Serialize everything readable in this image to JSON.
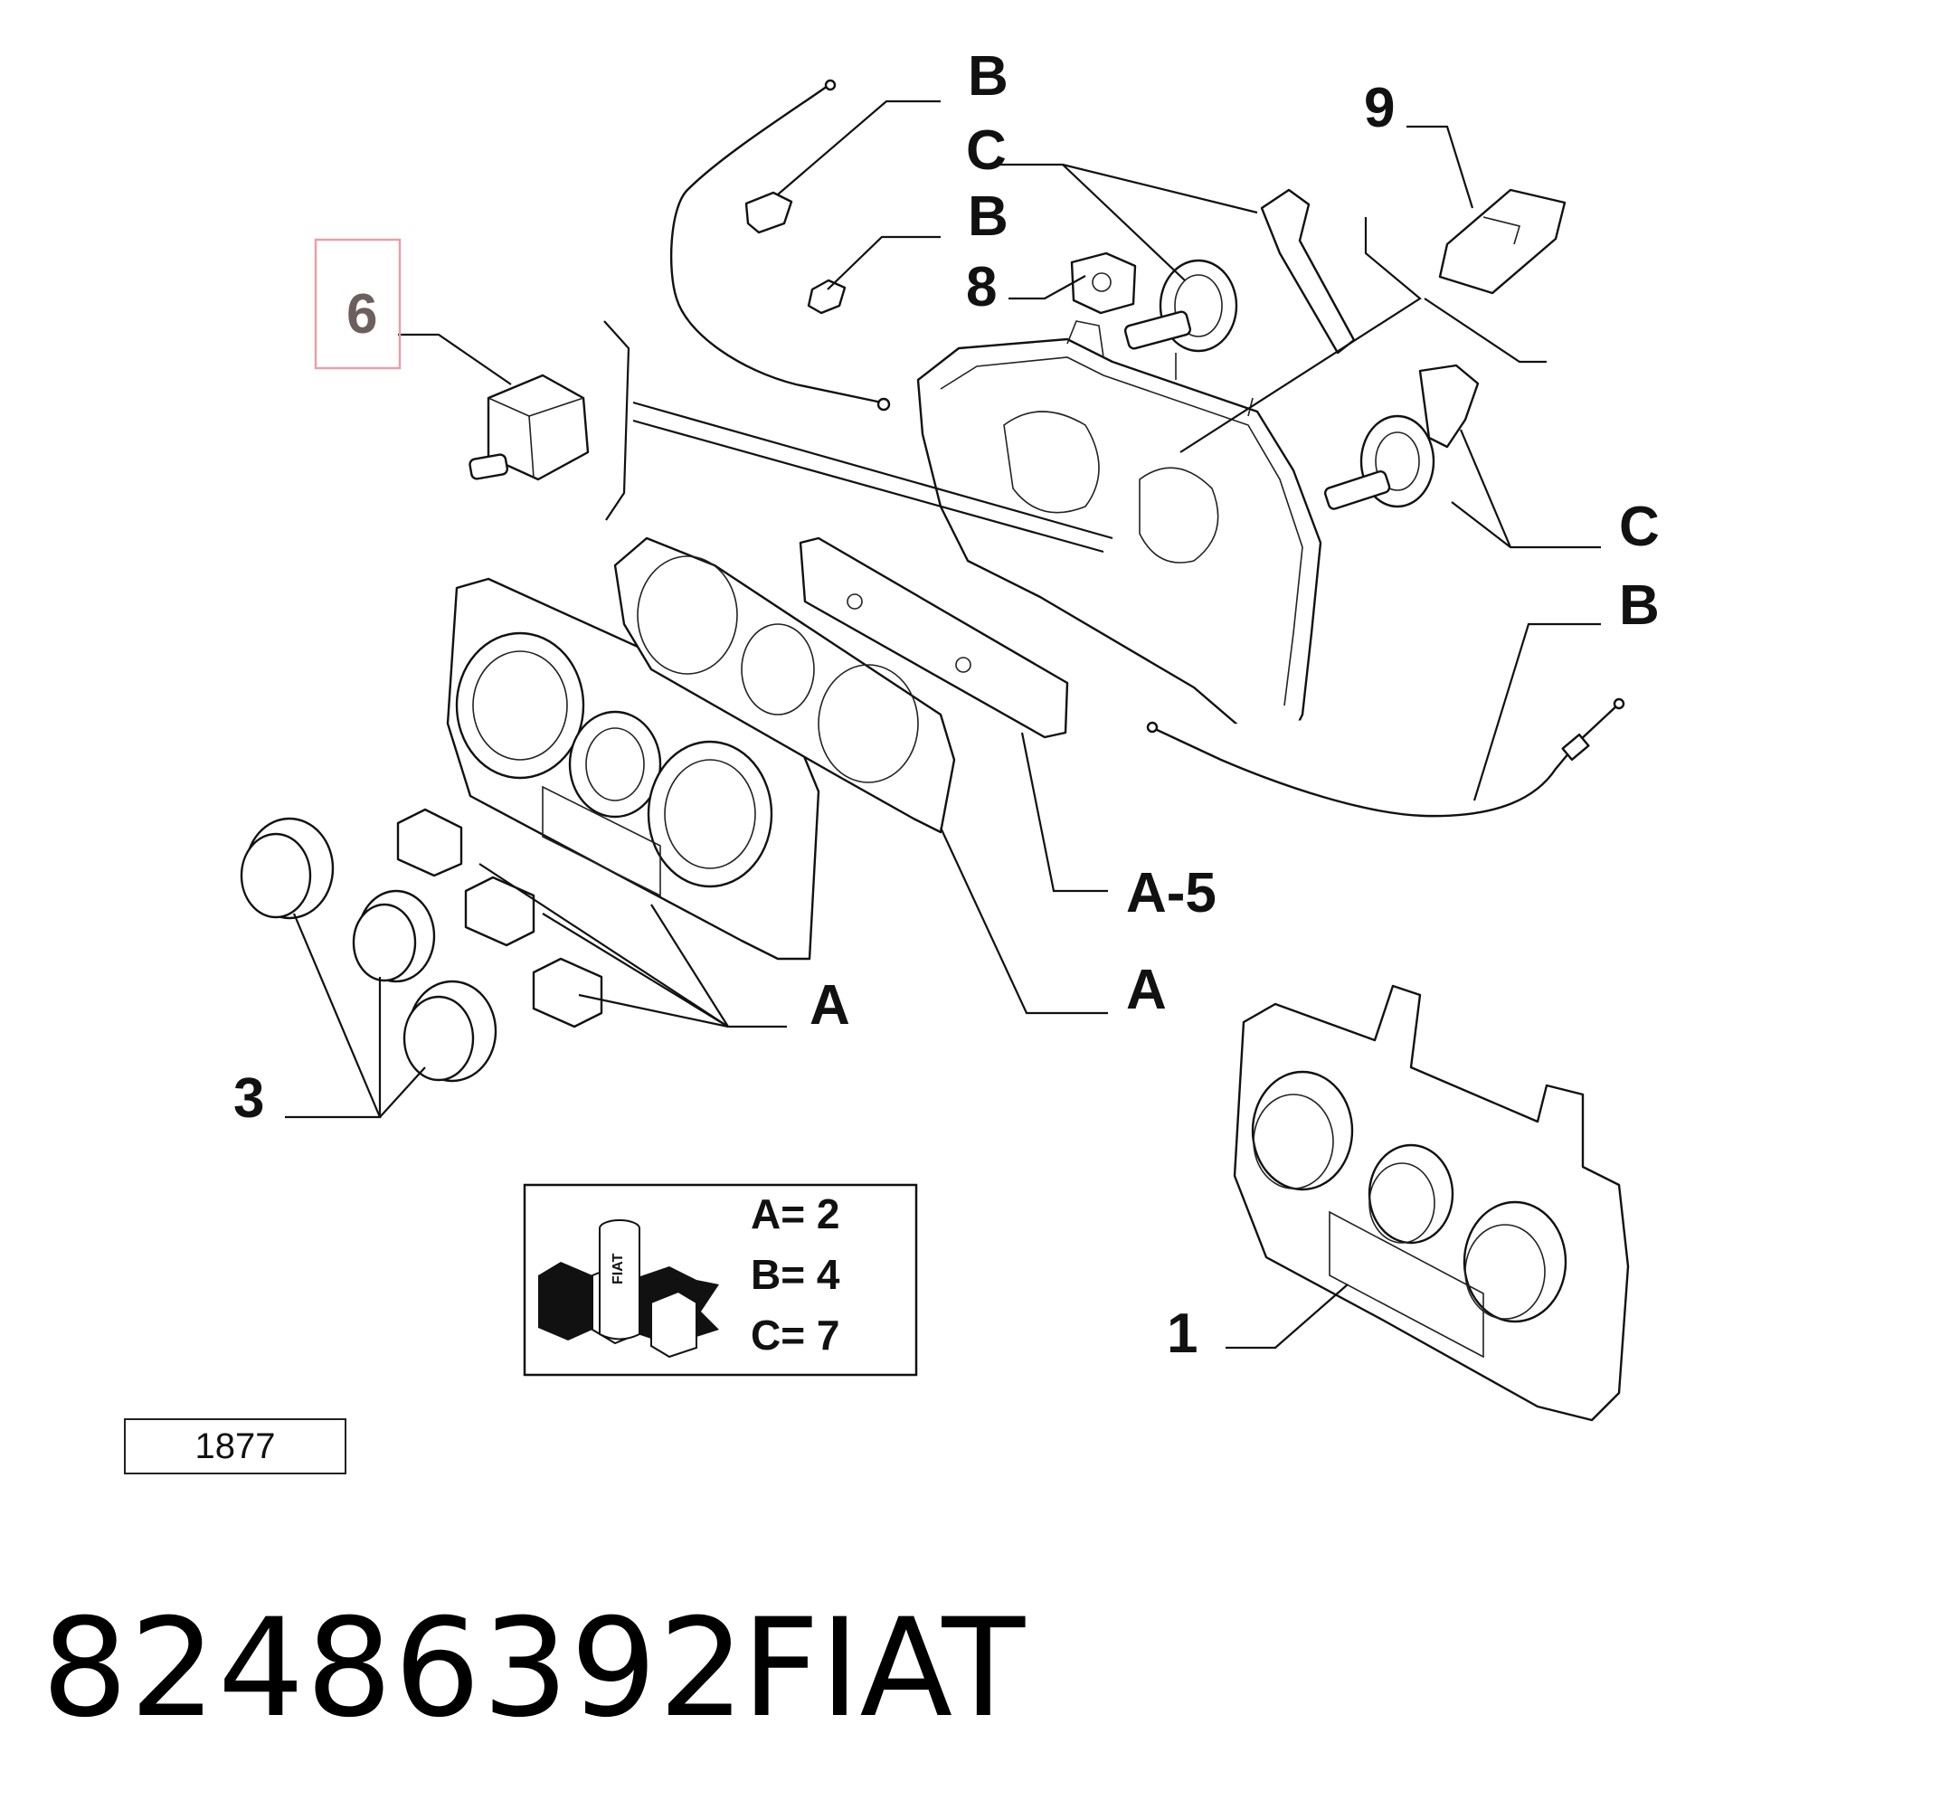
{
  "callouts": {
    "b1": "B",
    "c1": "C",
    "b2": "B",
    "n8": "8",
    "n9": "9",
    "n6": "6",
    "c2": "C",
    "b3": "B",
    "a5": "A-5",
    "a1": "A",
    "a2": "A",
    "n3": "3",
    "n1": "1"
  },
  "highlight_color": "#e8a0a8",
  "legend": {
    "a": "A=  2",
    "b": "B=  4",
    "c": "C=  7",
    "logo_text": "FIAT"
  },
  "reference_number": "1877",
  "part_number": "82486392",
  "brand": "FIAT"
}
